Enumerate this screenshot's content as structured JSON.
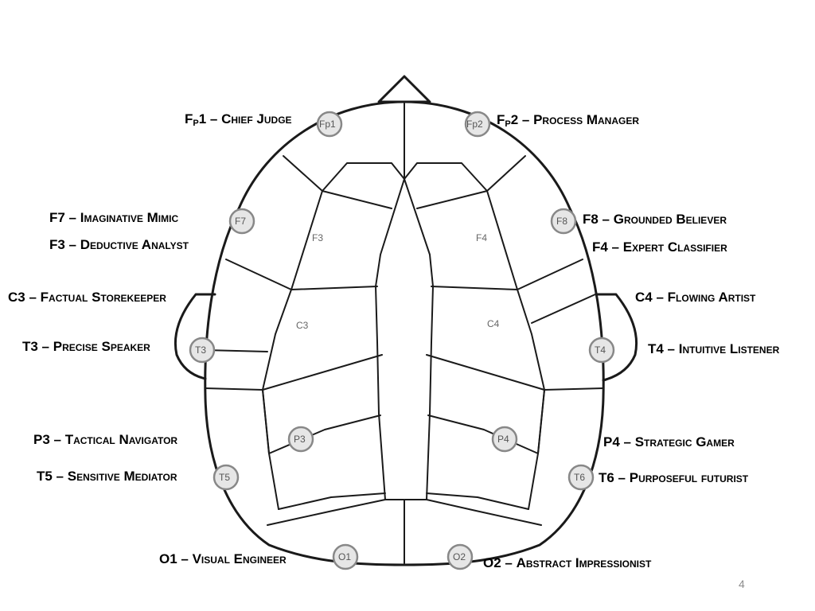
{
  "labels": {
    "fp1": {
      "letter": "F",
      "sub": "P",
      "tail": "1 – ",
      "name": "Chief Judge"
    },
    "fp2": {
      "letter": "F",
      "sub": "P",
      "tail": "2 – ",
      "name": "Process Manager"
    },
    "f7": {
      "code": "F7 – ",
      "name": "Imaginative Mimic"
    },
    "f3": {
      "code": "F3 – ",
      "name": "Deductive Analyst"
    },
    "f8": {
      "code": "F8 – ",
      "name": "Grounded Believer"
    },
    "f4": {
      "code": "F4 – ",
      "name": "Expert Classifier"
    },
    "c3": {
      "code": "C3 – ",
      "name": "Factual Storekeeper"
    },
    "c4": {
      "code": "C4 – ",
      "name": "Flowing Artist"
    },
    "t3": {
      "code": "T3 – ",
      "name": "Precise Speaker"
    },
    "t4": {
      "code": "T4 – ",
      "name": "Intuitive Listener"
    },
    "p3": {
      "code": "P3 – ",
      "name": "Tactical Navigator"
    },
    "p4": {
      "code": "P4 – ",
      "name": "Strategic Gamer"
    },
    "t5": {
      "code": "T5 – ",
      "name": "Sensitive Mediator"
    },
    "t6": {
      "code": "T6 – ",
      "name": "Purposeful futurist"
    },
    "o1": {
      "code": "O1 – ",
      "name": "Visual Engineer"
    },
    "o2": {
      "code": "O2 – ",
      "name": "Abstract Impressionist"
    }
  },
  "electrodes": {
    "fp1": "Fp1",
    "fp2": "Fp2",
    "f7": "F7",
    "f8": "F8",
    "f3": "F3",
    "f4": "F4",
    "c3": "C3",
    "c4": "C4",
    "t3": "T3",
    "t4": "T4",
    "p3": "P3",
    "p4": "P4",
    "t5": "T5",
    "t6": "T6",
    "o1": "O1",
    "o2": "O2"
  },
  "page_number": "4"
}
